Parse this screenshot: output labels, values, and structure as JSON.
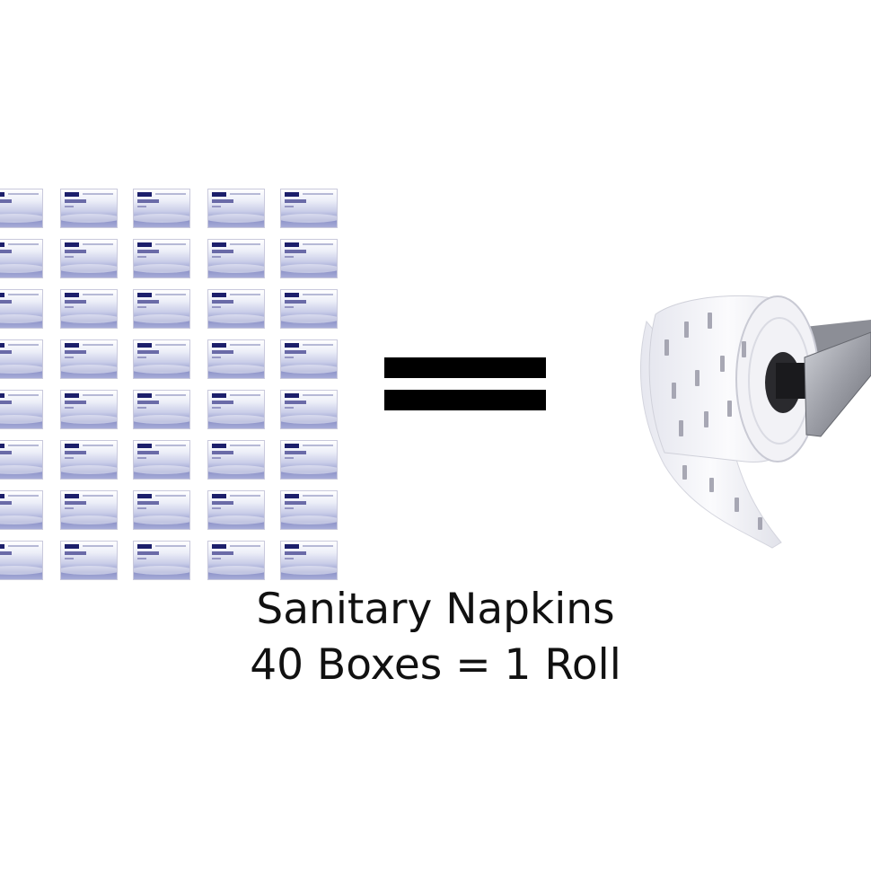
{
  "caption": {
    "line1": "Sanitary Napkins",
    "line2": "40 Boxes = 1 Roll"
  },
  "equals_sign": "=",
  "grid": {
    "rows": 8,
    "columns": 5
  },
  "colors": {
    "box_dark": "#1c1f6b",
    "box_light": "#c9cde8",
    "roll_paper": "#f4f4f8",
    "roll_print": "#9a9aa8",
    "holder_metal": "#9c9ea6",
    "text": "#111111",
    "background": "#ffffff"
  },
  "icons": {
    "box": "napkin-box-icon",
    "roll": "toilet-roll-icon",
    "equals": "equals-sign-icon"
  }
}
